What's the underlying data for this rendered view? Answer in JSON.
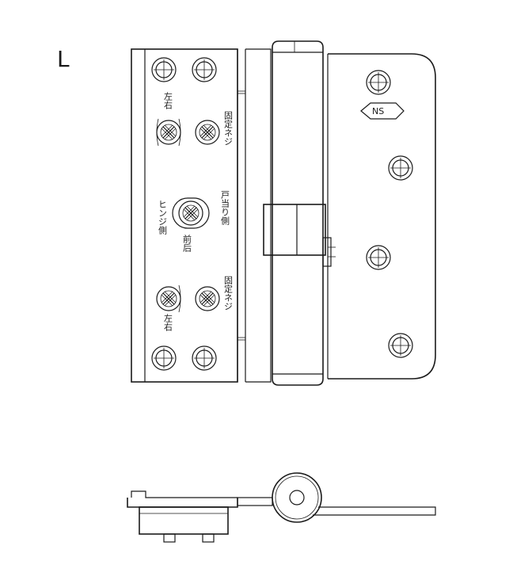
{
  "diagram": {
    "side_label": "L",
    "badge": "NS",
    "labels": {
      "left_right_top": "左右",
      "fixing_screw_top": "固定ネジ",
      "door_side": "戸当り側",
      "hinge_side": "ヒンジ側",
      "front_back": "前后",
      "fixing_screw_bottom": "固定ネジ",
      "left_right_bottom": "左右"
    }
  }
}
